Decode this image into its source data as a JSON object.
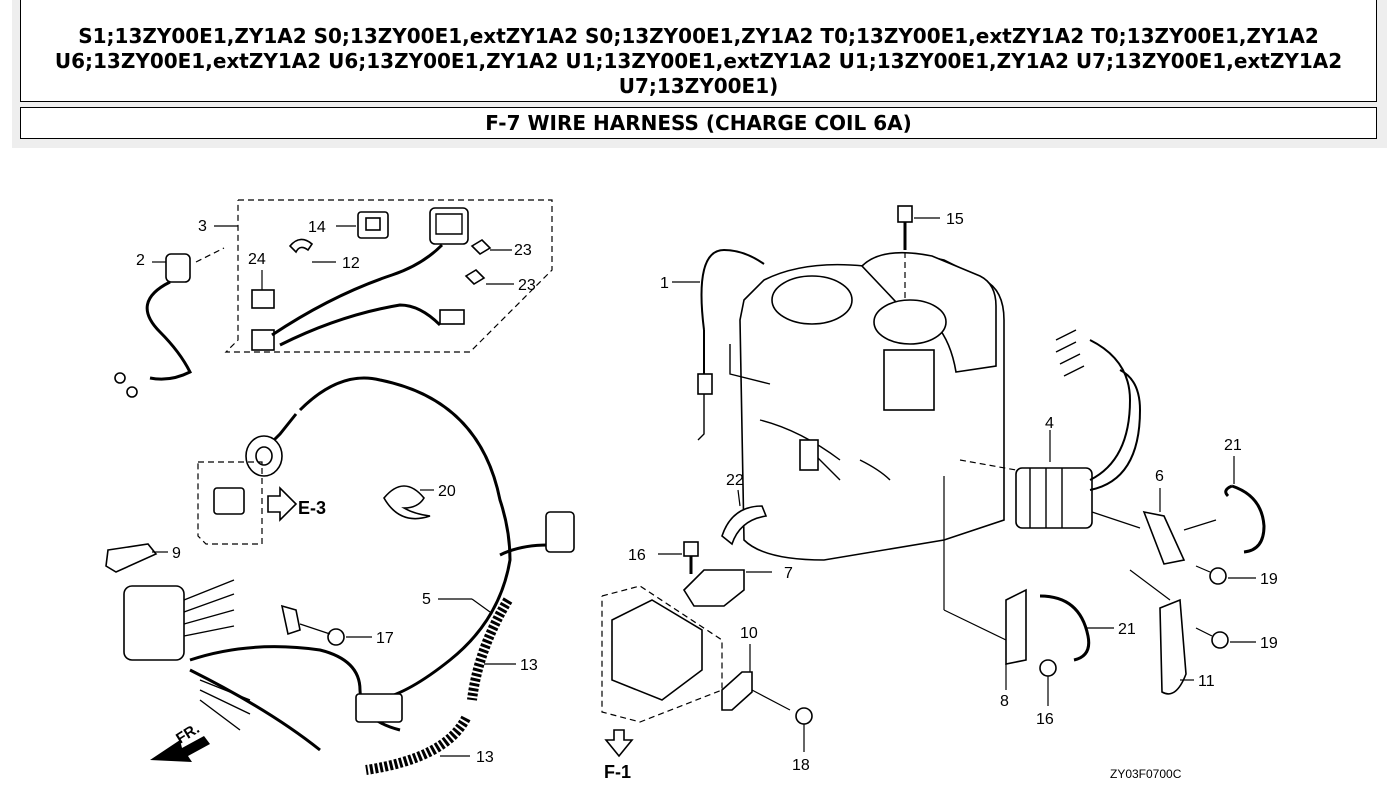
{
  "header": {
    "models_line1": "S1;13ZY00E1,ZY1A2 S0;13ZY00E1,extZY1A2 S0;13ZY00E1,ZY1A2 T0;13ZY00E1,extZY1A2 T0;13ZY00E1,ZY1A2",
    "models_line2": "U6;13ZY00E1,extZY1A2 U6;13ZY00E1,ZY1A2 U1;13ZY00E1,extZY1A2 U1;13ZY00E1,ZY1A2 U7;13ZY00E1,extZY1A2",
    "models_line3": "U7;13ZY00E1)",
    "title": "F-7 WIRE HARNESS (CHARGE COIL 6A)"
  },
  "diagram": {
    "callouts": [
      "1",
      "2",
      "3",
      "4",
      "5",
      "6",
      "7",
      "8",
      "9",
      "10",
      "11",
      "12",
      "13",
      "13",
      "14",
      "15",
      "16",
      "16",
      "17",
      "18",
      "19",
      "19",
      "20",
      "21",
      "21",
      "22",
      "23",
      "23",
      "24"
    ],
    "refs": {
      "e3": "E-3",
      "f1": "F-1",
      "front": "FR."
    },
    "code": "ZY03F0700C"
  }
}
